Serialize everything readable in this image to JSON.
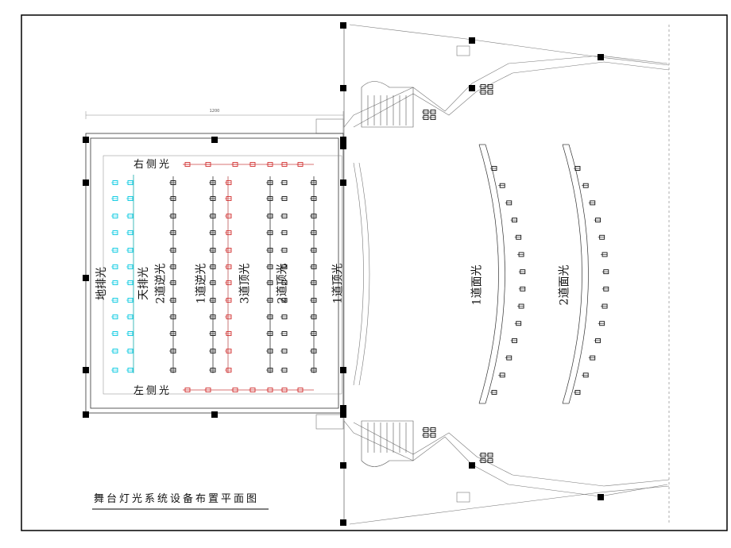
{
  "diagram": {
    "title": "舞台灯光系统设备布置平面图",
    "dimension_text": "1200",
    "labels": {
      "right_side_light": "右侧光",
      "left_side_light": "左侧光",
      "floor_row": "地排光",
      "sky_row": "天排光",
      "back2": "2道逆光",
      "back1": "1道逆光",
      "top3": "3道顶光",
      "top2": "2道顶光",
      "top1": "1道顶光",
      "face1": "1道面光",
      "face2": "2道面光"
    },
    "colors": {
      "line": "#333333",
      "fixture": "#111111",
      "cyan_fixture": "#00c8e0",
      "red_fixture": "#d23030",
      "frame": "#000000"
    }
  }
}
